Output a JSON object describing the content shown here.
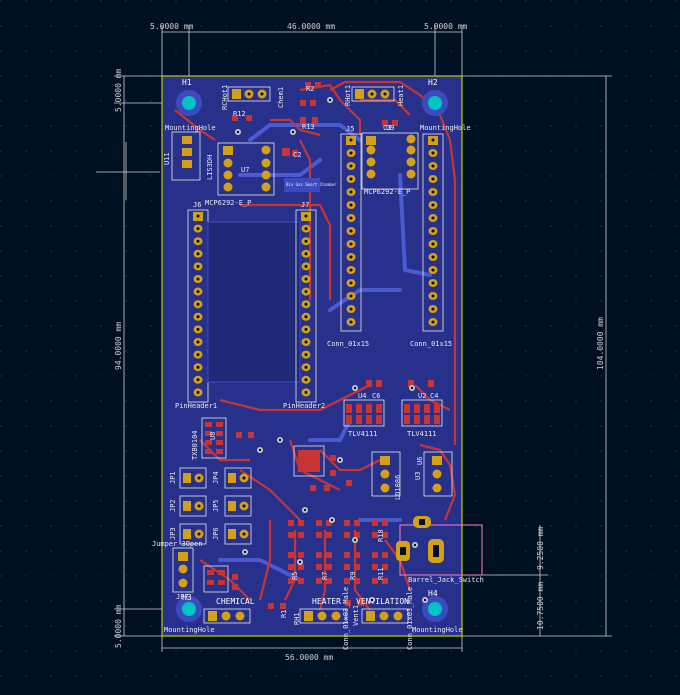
{
  "colors": {
    "background": "#001023",
    "board": "#27318c",
    "copper_front": "#c83434",
    "copper_back": "#3b4bbd",
    "pad": "#d4a017",
    "hole": "#00c4c4",
    "outline": "#c8c800",
    "dimension": "#cfcfcf",
    "silkscreen": "#e8e8e8",
    "courtyard": "#ff80c0"
  },
  "dimensions": {
    "top_left": "5.0000 mm",
    "top_mid": "46.0000 mm",
    "top_right": "5.0000 mm",
    "left_top": "5.0000 mm",
    "left_mid": "94.0000 mm",
    "left_bottom": "5.0000 mm",
    "right_total": "104.0000 mm",
    "right_a": "9.2500 mm",
    "right_b": "10.7500 mm",
    "bottom": "56.0000 mm"
  },
  "labels": {
    "h1": "H1",
    "h2": "H2",
    "h3": "H3",
    "h4": "H4",
    "mounting_hole_1": "MountingHole",
    "mounting_hole_2": "MountingHole",
    "mounting_hole_3": "MountingHole",
    "mounting_hole_4": "MountingHole",
    "rchot1": "RCHot1",
    "chem1": "Chem1",
    "r2": "R2",
    "r12": "R12",
    "r13": "R13",
    "c2": "C2",
    "rhot1": "RHot1",
    "heat1": "Heat1",
    "j5": "J5",
    "j6": "J6",
    "j7": "J7",
    "c3": "C3",
    "u9": "U9",
    "u7": "U7",
    "u11": "U11",
    "u10": "U10",
    "lis": "LIS3DH",
    "mcp1": "MCP6292-E_P",
    "mcp2": "MCP6292-E_P",
    "conn15_1": "Conn_01x15",
    "conn15_2": "Conn_01x15",
    "pinheader1": "PinHeader1",
    "pinheader2": "PinHeader2",
    "u4": "U4",
    "c6": "C6",
    "u2": "U2",
    "c4": "C4",
    "tlv1": "TLV4111",
    "tlv2": "TLV4111",
    "u8": "U8",
    "txb": "TXB0104",
    "jp1": "JP1",
    "jp2": "JP2",
    "jp3": "JP3",
    "jp4": "JP4",
    "jp5": "JP5",
    "jp6": "JP6",
    "jp7": "JP7",
    "jumper": "Jumper_3Open",
    "r5": "R5",
    "r7": "R7",
    "r9": "R9",
    "r11": "R11",
    "r10": "R10",
    "ld": "LD1086",
    "u3": "U3",
    "u6": "U6",
    "barrel": "Barrel_Jack_Switch",
    "chemical": "CHEMICAL",
    "heater": "HEATER",
    "ventilation": "VENTILATION",
    "rh1": "RH1",
    "r1": "R1",
    "vent1": "Vent1",
    "conn3_1": "Conn_01x03_Male",
    "conn3_2": "Conn_01x03_Male",
    "logo": "Bio Gas\nSmart Chamber"
  }
}
